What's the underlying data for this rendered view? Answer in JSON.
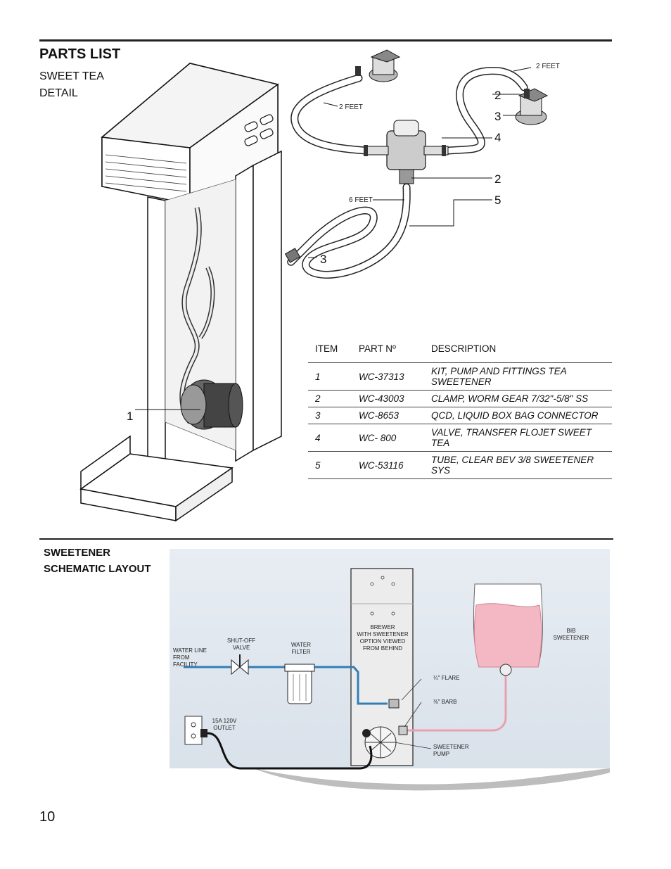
{
  "header": {
    "title": "PARTS LIST",
    "subtitle_line1": "SWEET TEA",
    "subtitle_line2": "DETAIL"
  },
  "hose_labels": {
    "left_top": "2 FEET",
    "right_top": "2 FEET",
    "bottom": "6 FEET"
  },
  "callouts": {
    "c1": "1",
    "c2a": "2",
    "c3a": "3",
    "c4": "4",
    "c2b": "2",
    "c5": "5",
    "c3b": "3"
  },
  "parts_table": {
    "headers": [
      "ITEM",
      "PART Nº",
      "DESCRIPTION"
    ],
    "rows": [
      {
        "item": "1",
        "part": "WC-37313",
        "desc": "KIT, PUMP AND FITTINGS TEA SWEETENER"
      },
      {
        "item": "2",
        "part": "WC-43003",
        "desc": "CLAMP, WORM GEAR 7/32\"-5/8\" SS"
      },
      {
        "item": "3",
        "part": "WC-8653",
        "desc": "QCD, LIQUID BOX BAG CONNECTOR"
      },
      {
        "item": "4",
        "part": "WC- 800",
        "desc": "VALVE, TRANSFER FLOJET SWEET TEA"
      },
      {
        "item": "5",
        "part": "WC-53116",
        "desc": "TUBE, CLEAR BEV 3/8 SWEETENER SYS"
      }
    ]
  },
  "schematic": {
    "title_line1": "SWEETENER",
    "title_line2": "SCHEMATIC LAYOUT",
    "water_line_1": "WATER LINE",
    "water_line_2": "FROM FACILITY",
    "shutoff_1": "SHUT-OFF",
    "shutoff_2": "VALVE",
    "filter_1": "WATER",
    "filter_2": "FILTER",
    "brewer_1": "BREWER",
    "brewer_2": "WITH SWEETENER",
    "brewer_3": "OPTION VIEWED",
    "brewer_4": "FROM BEHIND",
    "flare": "¼\" FLARE",
    "barb": "⅜\" BARB",
    "pump_1": "SWEETENER",
    "pump_2": "PUMP",
    "bib_1": "BIB",
    "bib_2": "SWEETENER",
    "outlet_1": "15A 120V",
    "outlet_2": "OUTLET"
  },
  "page_number": "10",
  "colors": {
    "water_line": "#2f7fb8",
    "syrup_line": "#e8a0b0",
    "bag_fill": "#f4b8c4",
    "background_panel": "#e6ecf3"
  }
}
